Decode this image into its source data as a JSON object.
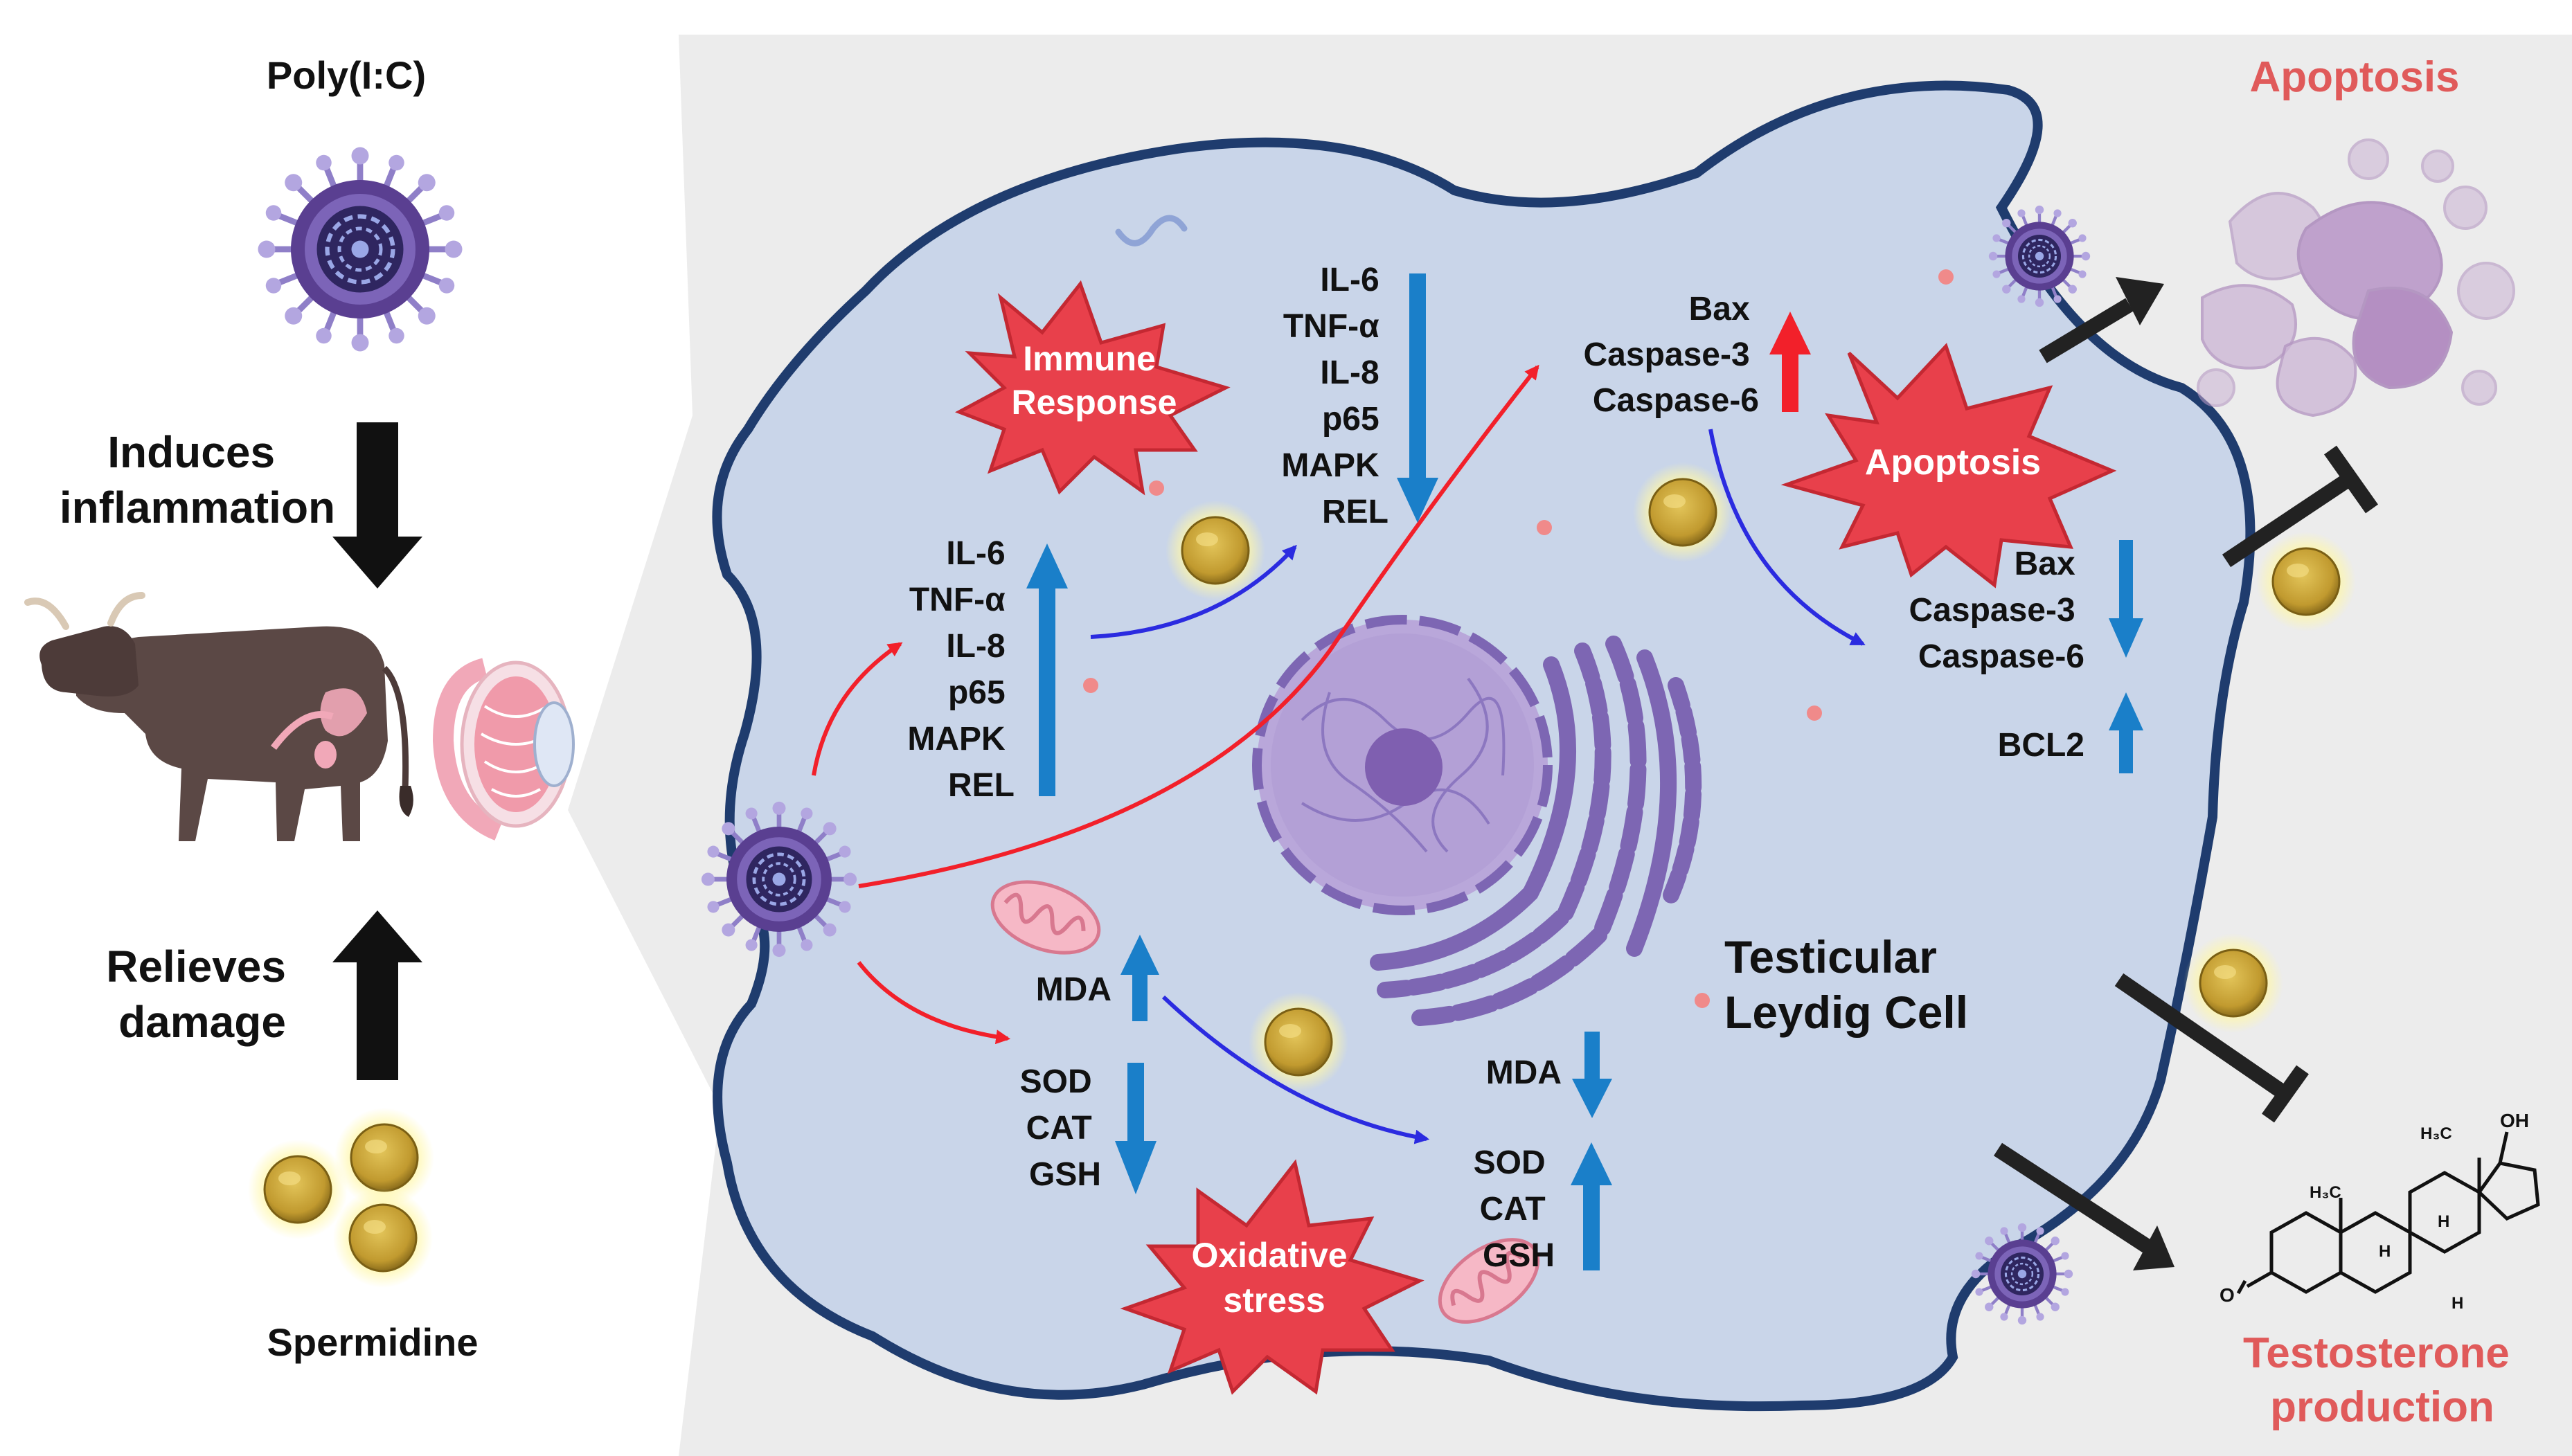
{
  "left_panel": {
    "top_label": "Poly(I:C)",
    "bottom_label": "Spermidine",
    "down_arrow_text": [
      "Induces",
      "inflammation"
    ],
    "up_arrow_text": [
      "Relieves",
      "damage"
    ]
  },
  "cell": {
    "title": [
      "Testicular",
      "Leydig Cell"
    ],
    "immune_burst": [
      "Immune",
      "Response"
    ],
    "oxidative_burst": [
      "Oxidative",
      "stress"
    ],
    "apoptosis_burst": "Apoptosis",
    "inflammatory_up": [
      "IL-6",
      "TNF-α",
      "IL-8",
      "p65",
      "MAPK",
      "REL"
    ],
    "inflammatory_down": [
      "IL-6",
      "TNF-α",
      "IL-8",
      "p65",
      "MAPK",
      "REL"
    ],
    "apoptosis_up": [
      "Bax",
      "Caspase-3",
      "Caspase-6"
    ],
    "apoptosis_down": [
      "Bax",
      "Caspase-3",
      "Caspase-6"
    ],
    "bcl2": "BCL2",
    "oxidative_mda_up": "MDA",
    "oxidative_down": [
      "SOD",
      "CAT",
      "GSH"
    ],
    "rescued_mda": "MDA",
    "rescued_up": [
      "SOD",
      "CAT",
      "GSH"
    ]
  },
  "right_panel": {
    "apoptosis_label": "Apoptosis",
    "testosterone_label": [
      "Testosterone",
      "production"
    ],
    "molecule_labels": [
      "OH",
      "H₃C",
      "H₃C",
      "H",
      "H",
      "H",
      "O"
    ]
  },
  "colors": {
    "panel_background": "#ececec",
    "cell_fill": "#c9d5e9",
    "cell_border": "#1f3c6e",
    "up_down_arrow": "#1a7fc9",
    "red_arrow": "#f2202a",
    "blue_arrow": "#2b2be0",
    "burst_fill": "#e8404b",
    "label_red": "#e05a5a",
    "virus_body": "#5a3f91",
    "spermidine": "#c9a437"
  }
}
